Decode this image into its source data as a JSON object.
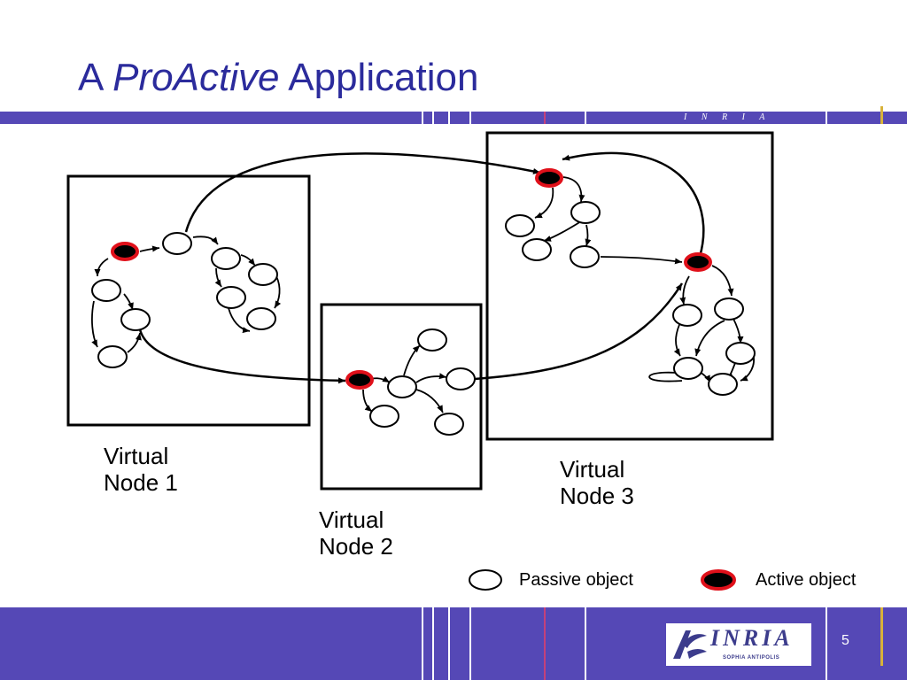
{
  "slide": {
    "title_prefix": "A ",
    "title_italic": "ProActive",
    "title_suffix": " Application",
    "page_number": "5"
  },
  "diagram": {
    "virtual_nodes": [
      {
        "id": "vn1",
        "line1": "Virtual",
        "line2": "Node 1"
      },
      {
        "id": "vn2",
        "line1": "Virtual",
        "line2": "Node 2"
      },
      {
        "id": "vn3",
        "line1": "Virtual",
        "line2": "Node 3"
      }
    ],
    "legend": {
      "passive_label": "Passive object",
      "active_label": "Active object"
    }
  },
  "logo": {
    "name": "INRIA",
    "subtitle": "SOPHIA ANTIPOLIS"
  },
  "colors": {
    "band": "#5548b6",
    "title": "#2b2b9c",
    "active_ring": "#e0101a",
    "accent_gold": "#d8b23a"
  }
}
